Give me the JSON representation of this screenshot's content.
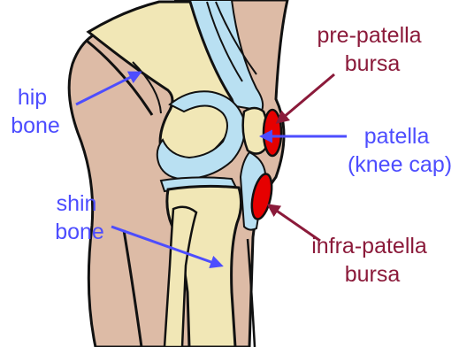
{
  "colors": {
    "skin": "#DDBBA6",
    "bone": "#F1E7B6",
    "cartilage": "#B9E0F2",
    "bursa": "#E60000",
    "bone_label": "#4D4DFF",
    "bursa_label": "#8B1A3A",
    "outline": "#111111"
  },
  "labels": {
    "hip": [
      "hip",
      "bone"
    ],
    "shin": [
      "shin",
      "bone"
    ],
    "pre_patella": [
      "pre-patella",
      "bursa"
    ],
    "patella": [
      "patella",
      "(knee cap)"
    ],
    "infra_patella": [
      "infra-patella",
      "bursa"
    ]
  }
}
